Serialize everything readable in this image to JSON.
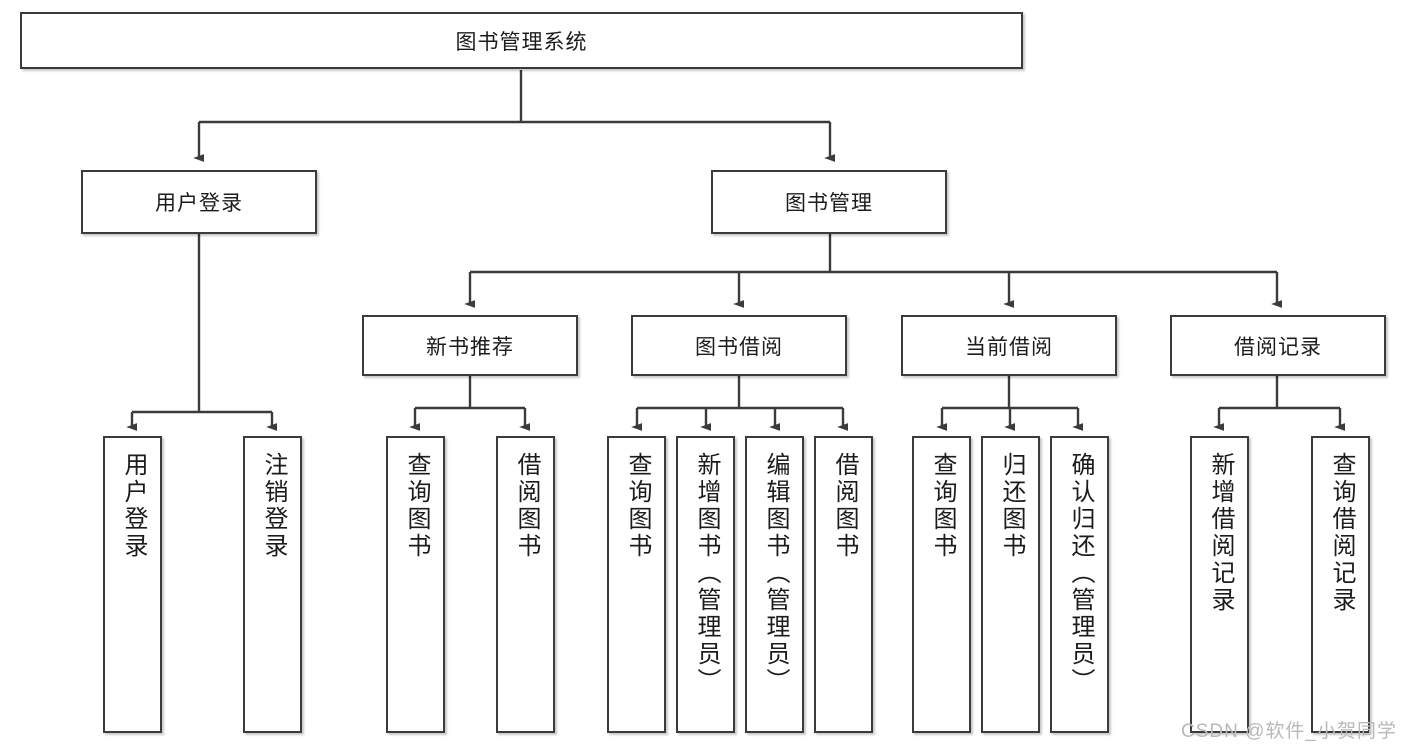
{
  "diagram": {
    "title_node": {
      "label": "图书管理系统"
    },
    "level2": [
      {
        "id": "user-login",
        "label": "用户登录"
      },
      {
        "id": "book-manage",
        "label": "图书管理"
      }
    ],
    "level3": [
      {
        "id": "new-book-recommend",
        "label": "新书推荐"
      },
      {
        "id": "book-borrow",
        "label": "图书借阅"
      },
      {
        "id": "current-borrow",
        "label": "当前借阅"
      },
      {
        "id": "borrow-record",
        "label": "借阅记录"
      }
    ],
    "leaves": {
      "user_login": [
        {
          "id": "leaf-user-login",
          "label": "用户登录"
        },
        {
          "id": "leaf-logout-login",
          "label": "注销登录"
        }
      ],
      "new_book_recommend": [
        {
          "id": "leaf-query-book-1",
          "label": "查询图书"
        },
        {
          "id": "leaf-borrow-book-1",
          "label": "借阅图书"
        }
      ],
      "book_borrow": [
        {
          "id": "leaf-query-book-2",
          "label": "查询图书"
        },
        {
          "id": "leaf-add-book",
          "label": "新增图书（管理员）"
        },
        {
          "id": "leaf-edit-book",
          "label": "编辑图书（管理员）"
        },
        {
          "id": "leaf-borrow-book-2",
          "label": "借阅图书"
        }
      ],
      "current_borrow": [
        {
          "id": "leaf-query-book-3",
          "label": "查询图书"
        },
        {
          "id": "leaf-return-book",
          "label": "归还图书"
        },
        {
          "id": "leaf-confirm-return",
          "label": "确认归还（管理员）"
        }
      ],
      "borrow_record": [
        {
          "id": "leaf-add-record",
          "label": "新增借阅记录"
        },
        {
          "id": "leaf-query-record",
          "label": "查询借阅记录"
        }
      ]
    }
  },
  "watermark": {
    "text": "CSDN @软件_小贺同学"
  },
  "colors": {
    "stroke": "#3b3b3b",
    "fill": "#ffffff",
    "text": "#1c1c1c",
    "watermark": "#b9b9b9"
  }
}
